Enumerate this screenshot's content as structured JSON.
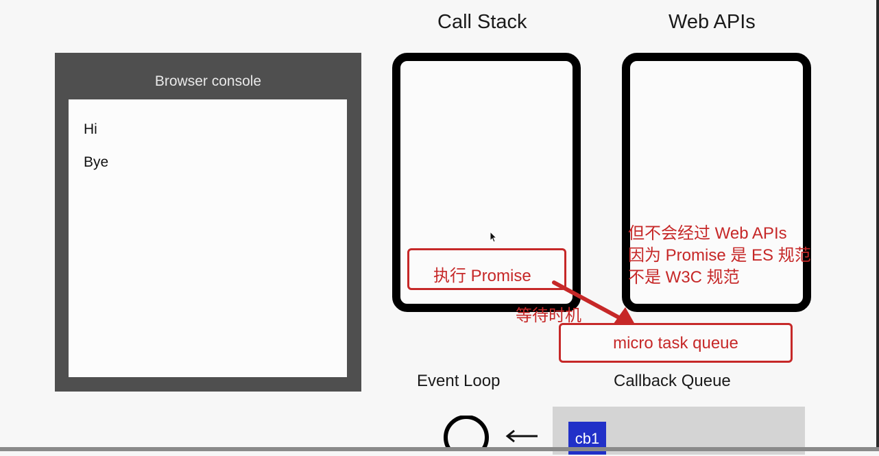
{
  "console": {
    "title": "Browser console",
    "lines": [
      "Hi",
      "Bye"
    ]
  },
  "call_stack": {
    "title": "Call Stack"
  },
  "web_apis": {
    "title": "Web APIs"
  },
  "promise_box": {
    "label": "执行 Promise"
  },
  "wait_label": "等待时机",
  "microtask": {
    "label": "micro task queue"
  },
  "note_lines": [
    "但不会经过 Web APIs",
    "因为 Promise 是 ES 规范",
    "不是 W3C 规范"
  ],
  "event_loop": {
    "label": "Event Loop"
  },
  "callback_queue": {
    "label": "Callback Queue",
    "items": [
      "cb1"
    ]
  },
  "colors": {
    "annotation_red": "#c62828",
    "callback_blue": "#2130c8",
    "console_gray": "#4f4f4f"
  }
}
